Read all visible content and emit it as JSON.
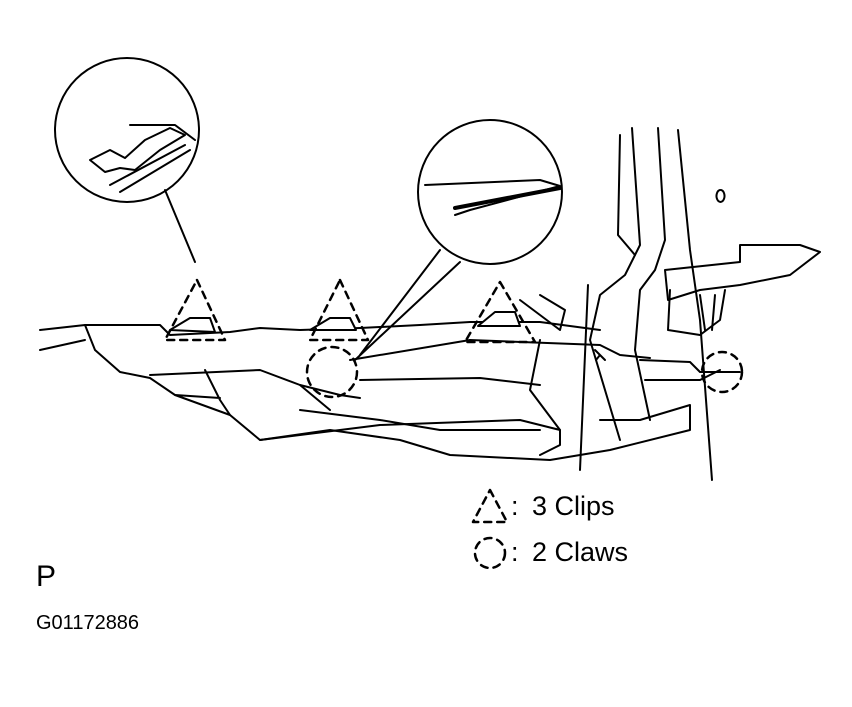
{
  "legend": {
    "items": [
      {
        "symbol": "dashed-triangle",
        "separator": ":",
        "label": "3 Clips"
      },
      {
        "symbol": "dashed-circle",
        "separator": ":",
        "label": "2 Claws"
      }
    ]
  },
  "view_label": "P",
  "figure_code": "G01172886",
  "colors": {
    "line": "#000000",
    "background": "#ffffff"
  }
}
